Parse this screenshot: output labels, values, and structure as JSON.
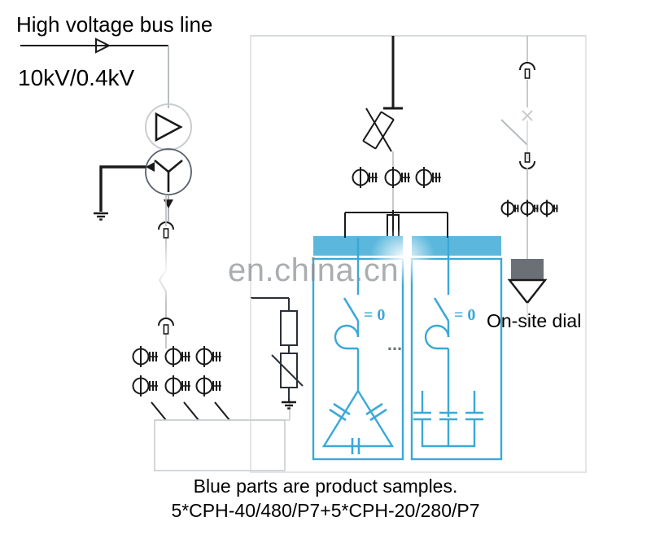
{
  "diagram": {
    "title_label": "High voltage bus line",
    "voltage_label": "10kV/0.4kV",
    "onsite_dial_label": "On-site dial",
    "note_line_1": "Blue parts are product samples.",
    "note_line_2": "5*CPH-40/480/P7+5*CPH-20/280/P7",
    "watermark": "en.china.cn",
    "panel_left": {
      "switch_state_label": "= 0",
      "capacitor_connection": "delta"
    },
    "panel_right": {
      "switch_state_label": "= 0",
      "capacitor_connection": "star"
    },
    "panel_ellipsis": "...",
    "colors": {
      "product_blue": "#3aa8d8",
      "header_blue": "#5bb8dc",
      "wire_black": "#1a1a1a",
      "wire_gray": "#b9bdc0",
      "frame_gray": "#e3e5e6",
      "watermark_gray": "#8e9396"
    }
  }
}
